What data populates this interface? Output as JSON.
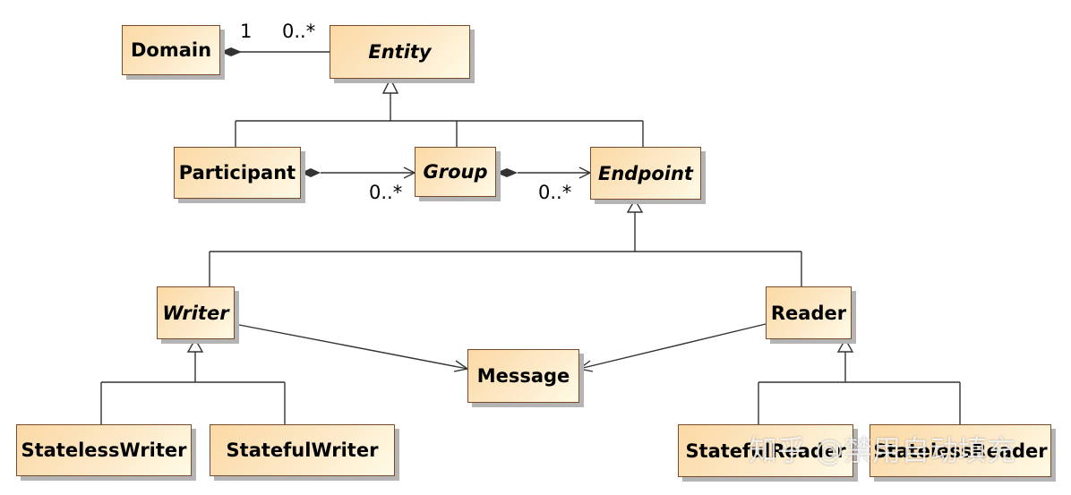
{
  "classes": {
    "domain": "Domain",
    "entity": "Entity",
    "participant": "Participant",
    "group": "Group",
    "endpoint": "Endpoint",
    "writer": "Writer",
    "reader": "Reader",
    "message": "Message",
    "stateless_writer": "StatelessWriter",
    "stateful_writer": "StatefulWriter",
    "stateful_reader": "StatefulReader",
    "stateless_reader": "StatelessReader"
  },
  "multiplicities": {
    "domain_side": "1",
    "entity_side": "0..*",
    "participant_group": "0..*",
    "group_endpoint": "0..*"
  },
  "watermark": "知乎 @禁用自动填充",
  "colors": {
    "box_border": "#7a4a2a",
    "box_fill_start": "#fbd9a4",
    "box_fill_end": "#fffbe6",
    "shadow": "#b4b4b4",
    "line": "#333333"
  }
}
